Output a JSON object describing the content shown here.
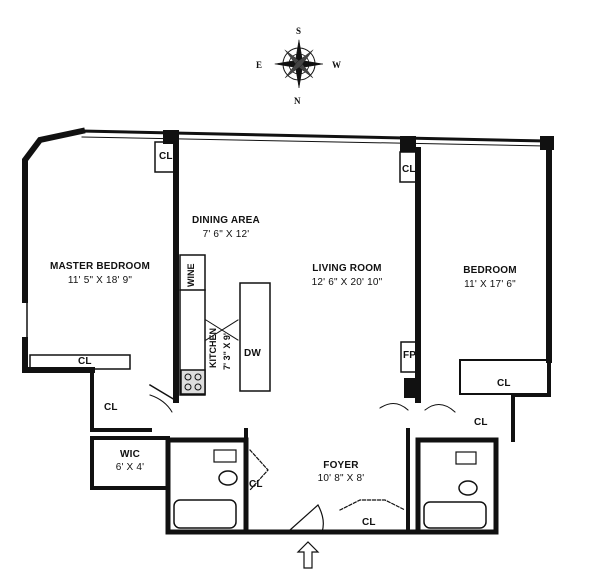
{
  "compass": {
    "north": "N",
    "south": "S",
    "east": "E",
    "west": "W"
  },
  "rooms": {
    "master_bedroom": {
      "name": "MASTER BEDROOM",
      "dims": "11' 5\" X 18' 9\""
    },
    "dining_area": {
      "name": "DINING AREA",
      "dims": "7' 6\" X 12'"
    },
    "living_room": {
      "name": "LIVING ROOM",
      "dims": "12' 6\" X 20' 10\""
    },
    "bedroom": {
      "name": "BEDROOM",
      "dims": "11' X 17' 6\""
    },
    "kitchen": {
      "name": "KITCHEN",
      "dims": "7' 3\" X 9'"
    },
    "wic": {
      "name": "WIC",
      "dims": "6' X 4'"
    },
    "foyer": {
      "name": "FOYER",
      "dims": "10' 8\" X 8'"
    }
  },
  "closets": {
    "cl_top_left": "CL",
    "cl_top_right": "CL",
    "cl_master": "CL",
    "cl_hall_left": "CL",
    "cl_bedroom": "CL",
    "cl_hall_right": "CL",
    "cl_foyer_left": "CL",
    "cl_foyer_bottom": "CL"
  },
  "fixtures": {
    "wine": "WINE",
    "dishwasher": "DW",
    "fireplace": "FP"
  }
}
